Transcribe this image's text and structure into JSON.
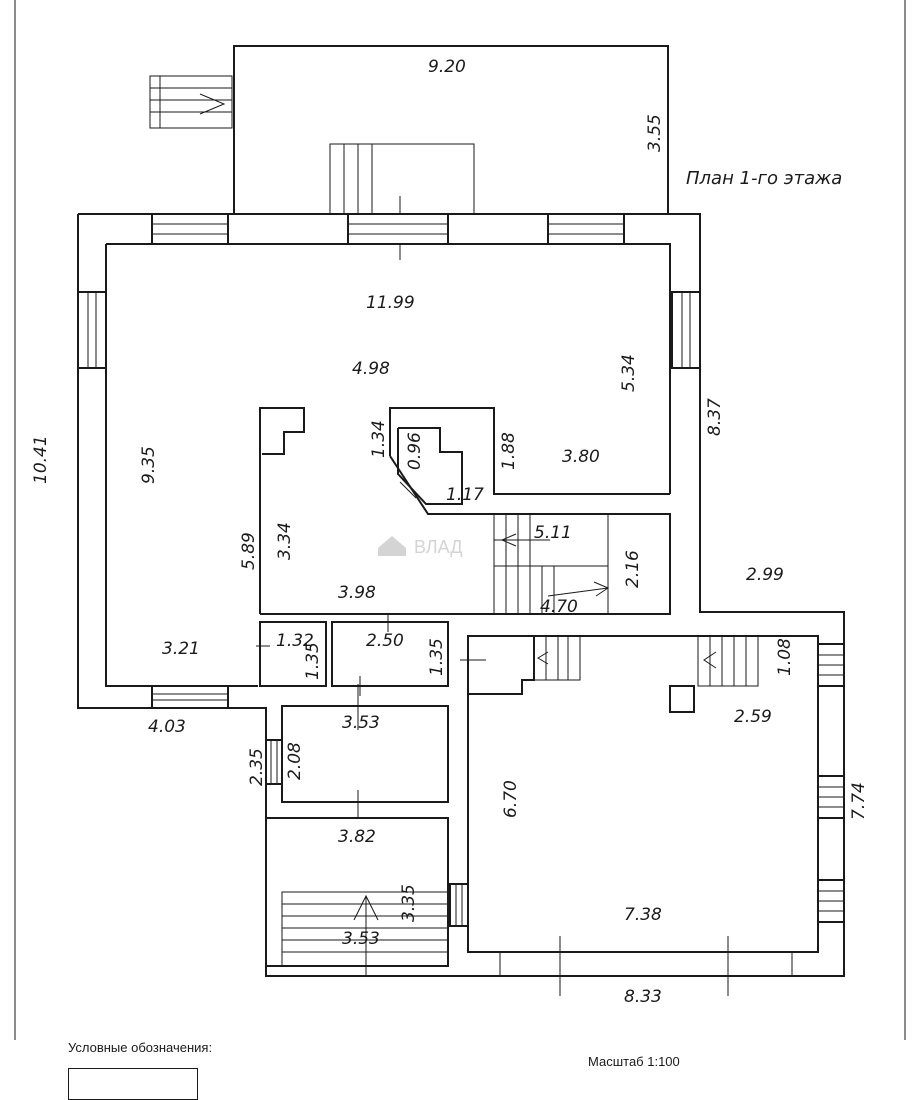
{
  "title": "План 1-го этажа",
  "legend_label": "Условные обозначения:",
  "scale_label": "Масштаб 1:100",
  "watermark": "ВЛАД",
  "dimensions": [
    {
      "id": "terrace-width",
      "text": "9.20"
    },
    {
      "id": "terrace-depth",
      "text": "3.55"
    },
    {
      "id": "hall-width",
      "text": "11.99"
    },
    {
      "id": "room-a-width",
      "text": "4.98"
    },
    {
      "id": "right-room-height",
      "text": "5.34"
    },
    {
      "id": "outer-height",
      "text": "10.41"
    },
    {
      "id": "room-b-height",
      "text": "9.35"
    },
    {
      "id": "right-outer-height",
      "text": "8.37"
    },
    {
      "id": "niche-height",
      "text": "1.34"
    },
    {
      "id": "niche-diagonal",
      "text": "0.96"
    },
    {
      "id": "niche-right",
      "text": "1.88"
    },
    {
      "id": "room-c-width",
      "text": "3.80"
    },
    {
      "id": "niche-bottom",
      "text": "1.17"
    },
    {
      "id": "corridor-height",
      "text": "5.89"
    },
    {
      "id": "corridor-inner-height",
      "text": "3.34"
    },
    {
      "id": "stair-length",
      "text": "5.11"
    },
    {
      "id": "stair-height",
      "text": "2.16"
    },
    {
      "id": "stair-bottom",
      "text": "4.70"
    },
    {
      "id": "step-offset",
      "text": "2.99"
    },
    {
      "id": "corridor-width",
      "text": "3.98"
    },
    {
      "id": "room-left-width",
      "text": "3.21"
    },
    {
      "id": "wc-width",
      "text": "1.32"
    },
    {
      "id": "wc-height",
      "text": "1.35"
    },
    {
      "id": "bath-width",
      "text": "2.50"
    },
    {
      "id": "bath-height",
      "text": "1.35"
    },
    {
      "id": "small-stair-height",
      "text": "1.08"
    },
    {
      "id": "stair-landing",
      "text": "2.59"
    },
    {
      "id": "left-wing-width",
      "text": "4.03"
    },
    {
      "id": "room-d-width",
      "text": "3.53"
    },
    {
      "id": "vestibule-height",
      "text": "2.35"
    },
    {
      "id": "room-d-height",
      "text": "2.08"
    },
    {
      "id": "garage-height",
      "text": "6.70"
    },
    {
      "id": "garage-right-height",
      "text": "7.74"
    },
    {
      "id": "room-e-width",
      "text": "3.82"
    },
    {
      "id": "room-e-height",
      "text": "3.35"
    },
    {
      "id": "room-e-stair",
      "text": "3.53"
    },
    {
      "id": "garage-width",
      "text": "7.38"
    },
    {
      "id": "garage-outer-width",
      "text": "8.33"
    }
  ]
}
